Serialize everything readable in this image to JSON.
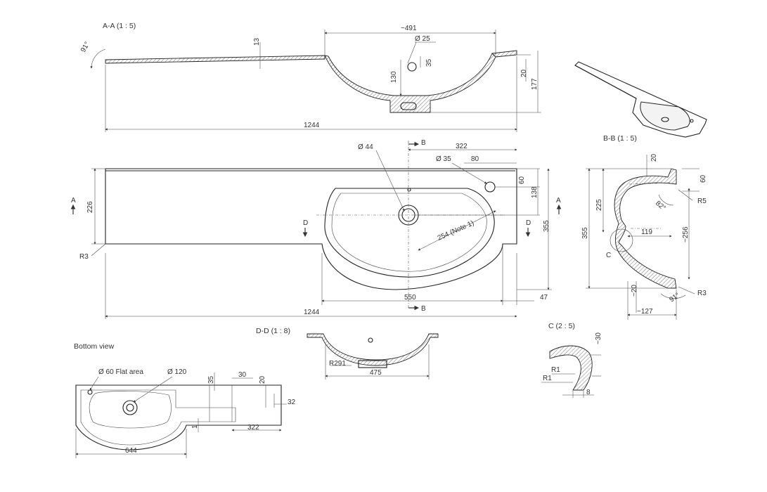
{
  "views": {
    "aa": {
      "title": "A-A (1 : 5)",
      "d_491": "~491",
      "d_25": "Ø 25",
      "d_13": "13",
      "d_35": "35",
      "d_130": "130",
      "d_20": "20",
      "d_177": "177",
      "d_1244": "1244",
      "d_91": "91°"
    },
    "top": {
      "d_44": "Ø 44",
      "d_322": "322",
      "d_35": "Ø 35",
      "d_80": "80",
      "d_60": "60",
      "d_138": "138",
      "d_226": "226",
      "d_355": "355",
      "d_254": "254 (Note 1)",
      "d_550": "550",
      "d_47": "47",
      "d_1244": "1244",
      "r3": "R3",
      "label_a": "A",
      "label_b": "B",
      "label_d": "D"
    },
    "bb": {
      "title": "B-B (1 : 5)",
      "d_20": "20",
      "d_60": "60",
      "d_225": "225",
      "d_355": "355",
      "d_82": "82°",
      "r5": "R5",
      "d_119": "119",
      "d_256": "~256",
      "c": "C",
      "d_20b": "~20",
      "r3": "R3",
      "d_127": "~127",
      "d_91": "91°"
    },
    "dd": {
      "title": "D-D (1 : 8)",
      "r291": "R291",
      "d_475": "475"
    },
    "c": {
      "title": "C (2 : 5)",
      "d_30": "~30",
      "r1a": "R1",
      "r1b": "R1",
      "d_8": "8"
    },
    "bottom": {
      "title": "Bottom view",
      "flat": "Ø 60 Flat area",
      "d_120": "Ø 120",
      "d_35": "35",
      "d_30": "30",
      "d_20": "20",
      "d_32": "32",
      "d_1": "1",
      "d_322": "322",
      "d_644": "644"
    }
  }
}
